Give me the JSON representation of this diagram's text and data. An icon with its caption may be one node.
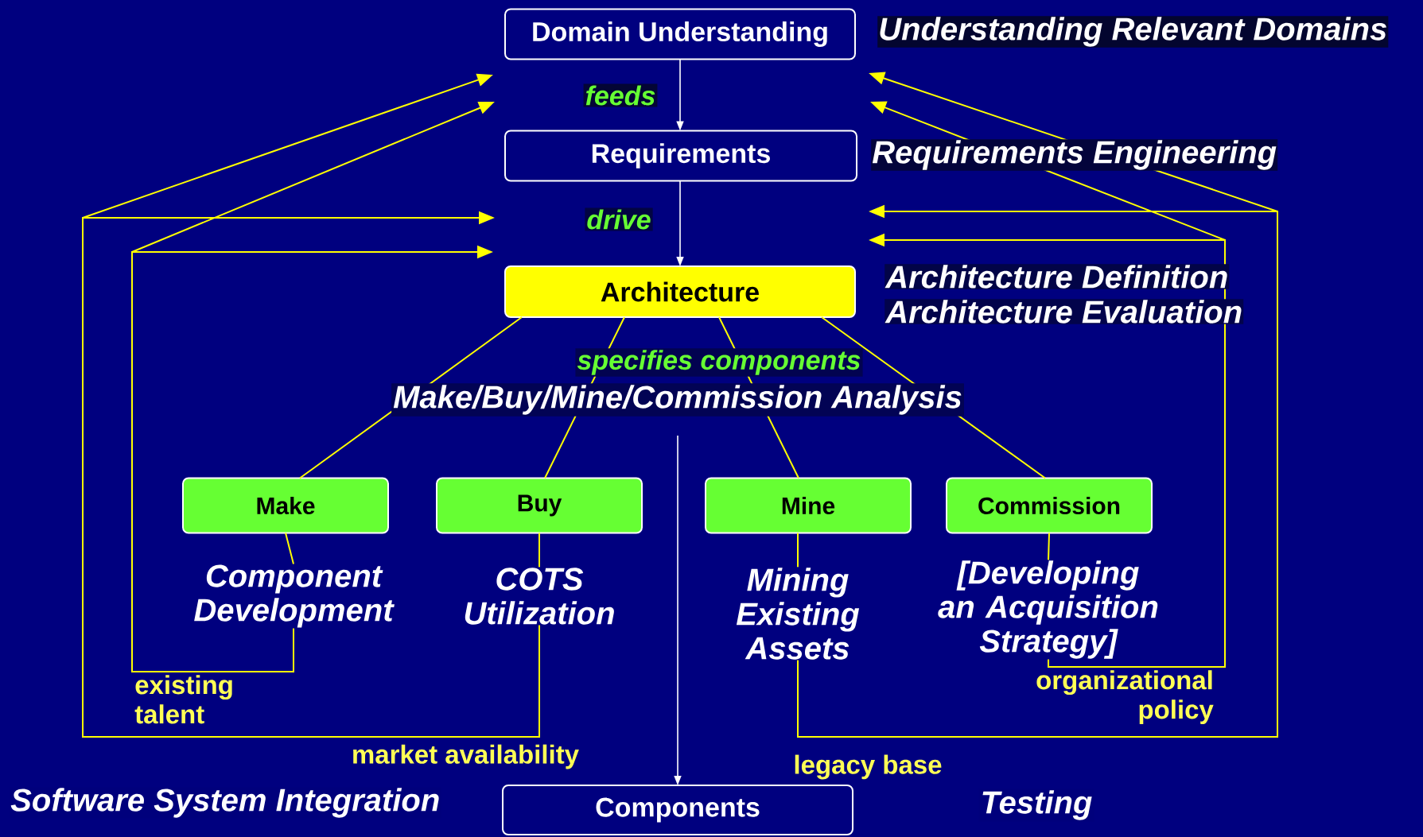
{
  "diagram": {
    "nodes": [
      {
        "text": [
          "Domain Understanding"
        ],
        "beside": [
          "Understanding Relevant Domains"
        ]
      },
      {
        "text": [
          "Requirements"
        ],
        "beside": [
          "Requirements Engineering"
        ]
      },
      {
        "text": [
          "Architecture"
        ],
        "beside": [
          "Architecture Definition",
          "Architecture Evaluation"
        ]
      },
      {
        "text": [
          "Make"
        ]
      },
      {
        "text": [
          "Buy"
        ]
      },
      {
        "text": [
          "Mine"
        ]
      },
      {
        "text": [
          "Commission"
        ]
      },
      {
        "text": [
          "Components"
        ],
        "beside": [
          "Software System Integration"
        ]
      },
      {
        "text": [
          "Component Development"
        ]
      },
      {
        "text": [
          "COTS Utilization"
        ]
      },
      {
        "text": [
          "Mining Existing Assets"
        ]
      },
      {
        "text": [
          "[Developing an Acquisition Strategy]"
        ]
      }
    ],
    "edges": [
      {
        "from": 0,
        "to": 1,
        "arrow": "to",
        "label": "feeds",
        "color": "#ffffff"
      },
      {
        "from": 1,
        "to": 2,
        "arrow": "to",
        "label": "drive",
        "color": "#ffffff"
      },
      {
        "from": 2,
        "to": 3,
        "arrow": "none"
      },
      {
        "from": 2,
        "to": 4,
        "arrow": "none"
      },
      {
        "from": 2,
        "to": 5,
        "arrow": "none"
      },
      {
        "from": 2,
        "to": 6,
        "arrow": "none"
      },
      {
        "from": 3,
        "to": 8,
        "arrow": "none"
      },
      {
        "from": 4,
        "to": 9,
        "arrow": "none"
      },
      {
        "from": 5,
        "to": 10,
        "arrow": "none"
      },
      {
        "from": 6,
        "to": 11,
        "arrow": "none"
      },
      {
        "from": 8,
        "to": null,
        "arrow": "to"
      },
      {
        "from": 8,
        "to": null,
        "arrow": "to"
      },
      {
        "from": 9,
        "to": null,
        "arrow": "to"
      },
      {
        "from": 9,
        "to": null,
        "arrow": "to"
      },
      {
        "from": 10,
        "to": null,
        "arrow": "to"
      },
      {
        "from": 10,
        "to": null,
        "arrow": "to"
      },
      {
        "from": 11,
        "to": null,
        "arrow": "to"
      },
      {
        "from": 11,
        "to": null,
        "arrow": "to"
      },
      {
        "from": null,
        "to": 7,
        "arrow": "to",
        "color": "#ffffff"
      }
    ],
    "labels": [
      "specifies components",
      "Make/Buy/Mine/Commission Analysis",
      "existing talent",
      "organizational policy",
      "market availability",
      "legacy base",
      "Testing"
    ]
  }
}
